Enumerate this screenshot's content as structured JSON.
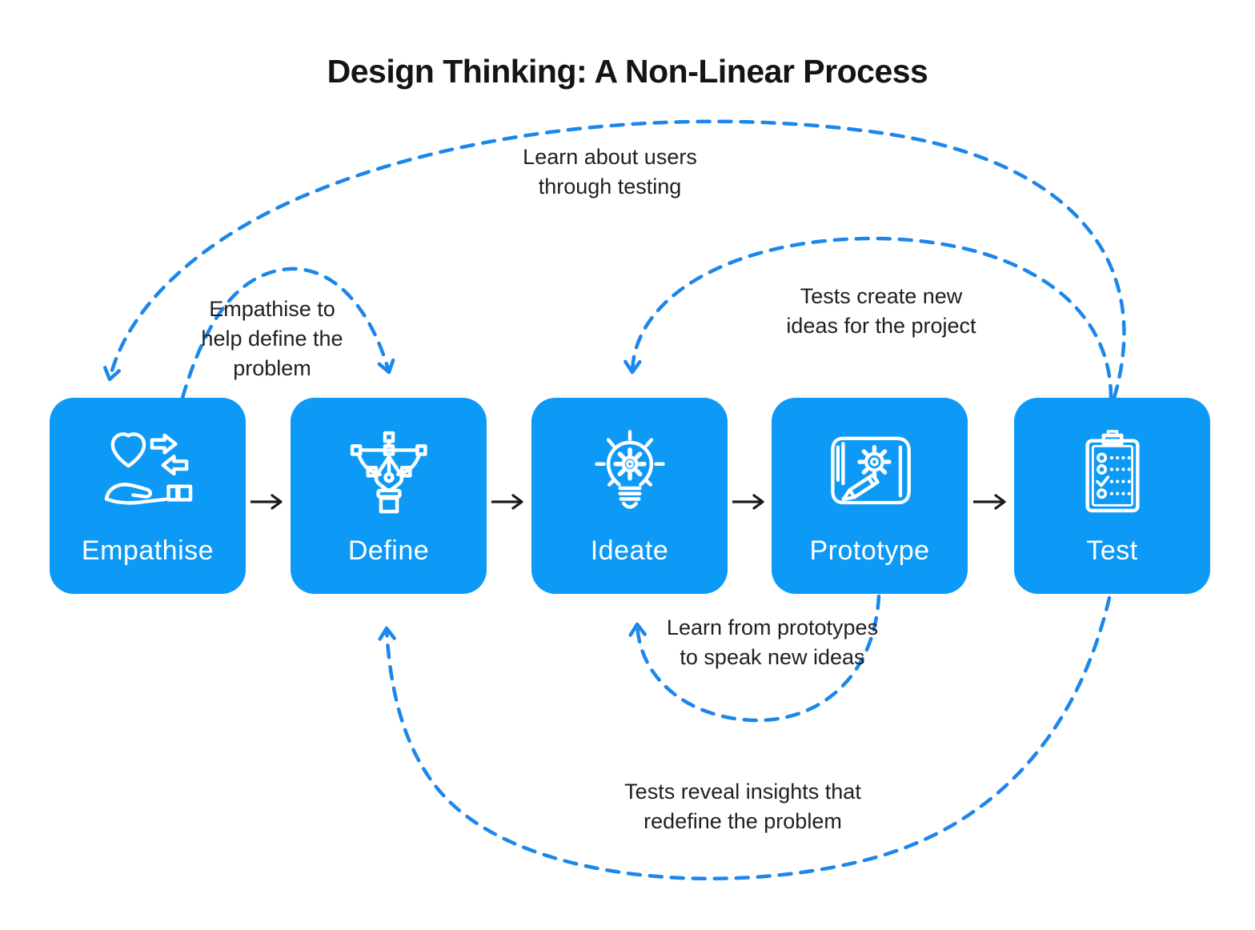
{
  "title": "Design Thinking: A Non-Linear Process",
  "colors": {
    "box_fill": "#0D99F6",
    "dashed_arrow": "#1C87EA",
    "flow_arrow": "#1A1A1A",
    "annotation_text": "#1F1F1F",
    "box_label_text": "#FFFFFF",
    "background": "#FFFFFF"
  },
  "stages": [
    {
      "label": "Empathise",
      "icon": "hand-heart-exchange-icon"
    },
    {
      "label": "Define",
      "icon": "pen-tool-icon"
    },
    {
      "label": "Ideate",
      "icon": "lightbulb-gear-icon"
    },
    {
      "label": "Prototype",
      "icon": "blueprint-gear-pencil-icon"
    },
    {
      "label": "Test",
      "icon": "clipboard-checklist-icon"
    }
  ],
  "feedback_loops": [
    {
      "name": "test-to-empathise",
      "from": "Test",
      "to": "Empathise",
      "lines": [
        "Learn about users",
        "through testing"
      ]
    },
    {
      "name": "empathise-to-define",
      "from": "Empathise",
      "to": "Define",
      "lines": [
        "Empathise to",
        "help define the",
        "problem"
      ]
    },
    {
      "name": "test-to-ideate",
      "from": "Test",
      "to": "Ideate",
      "lines": [
        "Tests create new",
        "ideas for the project"
      ]
    },
    {
      "name": "prototype-to-ideate",
      "from": "Prototype",
      "to": "Ideate",
      "lines": [
        "Learn from prototypes",
        "to speak new ideas"
      ]
    },
    {
      "name": "test-to-define",
      "from": "Test",
      "to": "Define",
      "lines": [
        "Tests reveal insights that",
        "redefine the problem"
      ]
    }
  ]
}
